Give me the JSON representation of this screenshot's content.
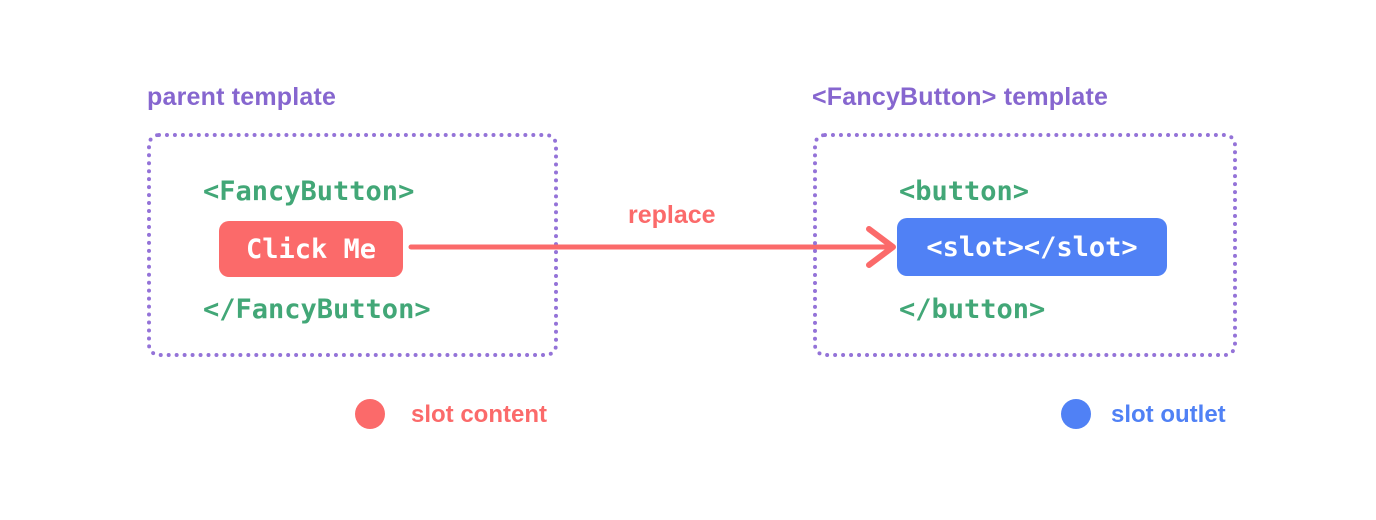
{
  "colors": {
    "background": "#ffffff",
    "coral_red": "#fb6a6a",
    "blue": "#5081f5",
    "green_code": "#42a777",
    "purple_title": "#8666cf",
    "purple_border": "#9473d8",
    "white_text": "#ffffff"
  },
  "parent_panel": {
    "title": "parent template",
    "code_open_tag": "<FancyButton>",
    "button_label": "Click Me",
    "code_close_tag": "</FancyButton>"
  },
  "arrow": {
    "label": "replace"
  },
  "fancy_button_panel": {
    "title": "<FancyButton> template",
    "code_open_tag": "<button>",
    "slot_code": "<slot></slot>",
    "code_close_tag": "</button>"
  },
  "legend": {
    "slot_content": {
      "label": "slot content",
      "color": "#fb6a6a"
    },
    "slot_outlet": {
      "label": "slot outlet",
      "color": "#5081f5"
    }
  }
}
